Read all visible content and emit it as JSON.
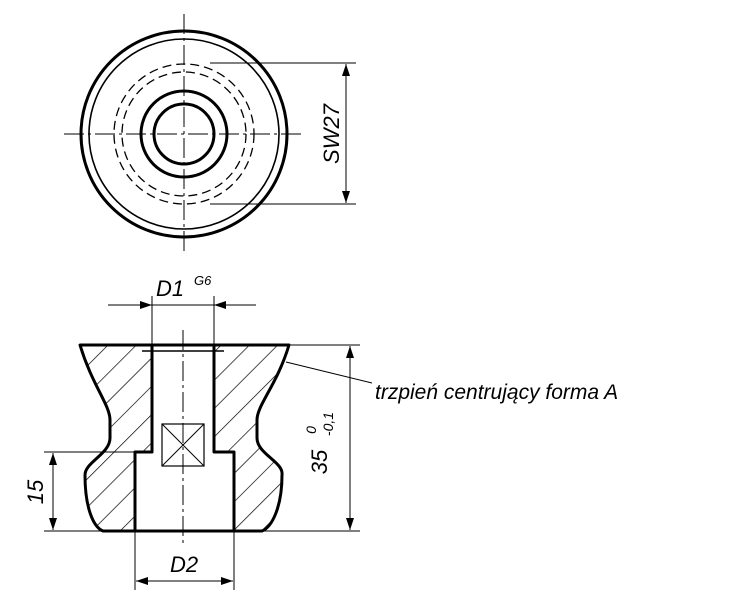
{
  "labels": {
    "sw": "SW27",
    "d1": "D1",
    "d1_fit": "G6",
    "d2": "D2",
    "height": "35",
    "height_tol_upper": "0",
    "height_tol_lower": "-0,1",
    "lower_height": "15",
    "callout": "trzpień centrujący forma A"
  },
  "colors": {
    "ink": "#000000",
    "background": "#ffffff"
  }
}
